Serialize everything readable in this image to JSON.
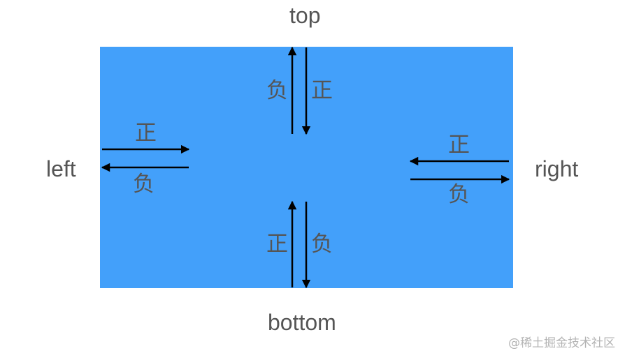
{
  "labels": {
    "top": "top",
    "left": "left",
    "right": "right",
    "bottom": "bottom"
  },
  "signs": {
    "positive": "正",
    "negative": "负"
  },
  "watermark": "@稀土掘金技术社区",
  "colors": {
    "box_fill": "#43a0fa",
    "arrow": "#000000",
    "text": "#555555"
  }
}
